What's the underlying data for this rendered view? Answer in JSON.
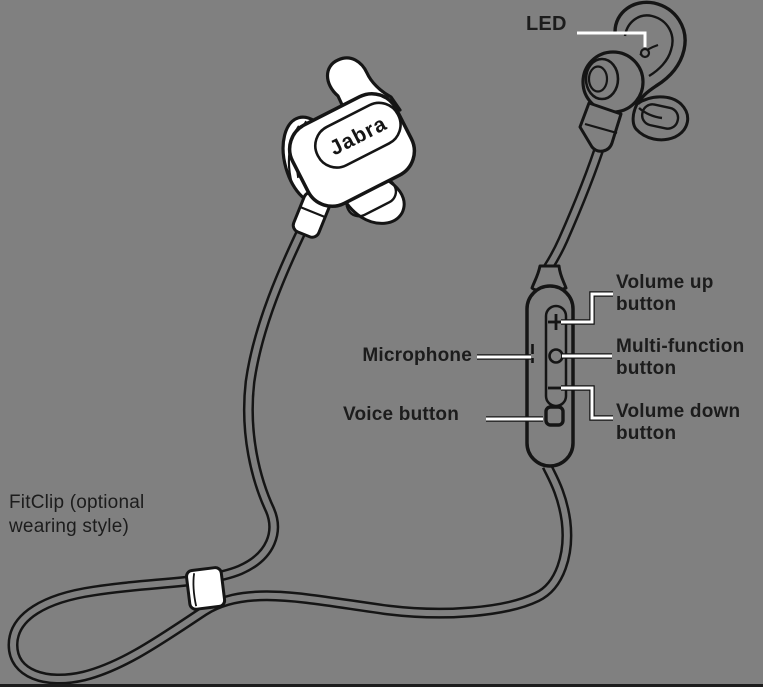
{
  "diagram": {
    "title_hint": "Jabra earbuds parts diagram",
    "brand": "Jabra",
    "background_color": "#808080",
    "line_color": "#151515",
    "leader_color": "#ffffff",
    "fill_color": "#ffffff"
  },
  "labels": {
    "led": {
      "text": "LED"
    },
    "volume_up": {
      "text": "Volume up\nbutton"
    },
    "multi_function": {
      "text": "Multi-function\nbutton"
    },
    "volume_down": {
      "text": "Volume down\nbutton"
    },
    "microphone": {
      "text": "Microphone"
    },
    "voice": {
      "text": "Voice button"
    },
    "fitclip": {
      "text": "FitClip (optional\nwearing style)"
    }
  }
}
